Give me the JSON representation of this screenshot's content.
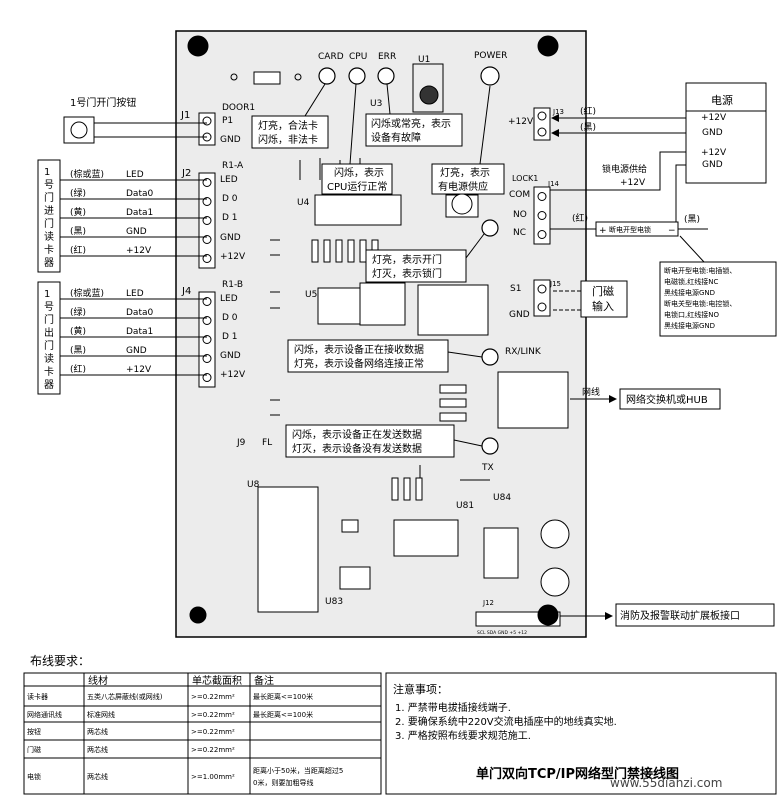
{
  "button": {
    "label": "1号门开门按钮"
  },
  "power": {
    "title": "电源",
    "out1": "+12V",
    "out2": "GND",
    "out3": "+12V",
    "out4": "GND",
    "red": "(红)",
    "black": "(黑)",
    "lock_supply_1": "锁电源供给",
    "lock_supply_2": "+12V"
  },
  "reader_in": {
    "title_chars": [
      "1",
      "号",
      "门",
      "进",
      "门",
      "读",
      "卡",
      "器"
    ],
    "wires": [
      {
        "color": "(棕或蓝)",
        "signal": "LED"
      },
      {
        "color": "(绿)",
        "signal": "Data0"
      },
      {
        "color": "(黄)",
        "signal": "Data1"
      },
      {
        "color": "(黑)",
        "signal": "GND"
      },
      {
        "color": "(红)",
        "signal": "+12V"
      }
    ]
  },
  "reader_out": {
    "title_chars": [
      "1",
      "号",
      "门",
      "出",
      "门",
      "读",
      "卡",
      "器"
    ],
    "wires": [
      {
        "color": "(棕或蓝)",
        "signal": "LED"
      },
      {
        "color": "(绿)",
        "signal": "Data0"
      },
      {
        "color": "(黄)",
        "signal": "Data1"
      },
      {
        "color": "(黑)",
        "signal": "GND"
      },
      {
        "color": "(红)",
        "signal": "+12V"
      }
    ]
  },
  "board": {
    "j1": "J1",
    "door1": "DOOR1",
    "p1": "P1",
    "gnd": "GND",
    "j2": "J2",
    "r1a": "R1-A",
    "j4": "J4",
    "r1b": "R1-B",
    "term_labels": [
      "LED",
      "D 0",
      "D 1",
      "GND",
      "+12V"
    ],
    "j13": "J13",
    "p12v": "+12V",
    "lock1": "LOCK1",
    "j14": "J14",
    "com": "COM",
    "no": "NO",
    "nc": "NC",
    "s1": "S1",
    "j15": "J15",
    "s1_gnd": "GND",
    "u1": "U1",
    "u3": "U3",
    "u4": "U4",
    "u5": "U5",
    "u8": "U8",
    "u81": "U81",
    "u83": "U83",
    "u84": "U84",
    "j9": "J9",
    "fl": "FL",
    "j12": "J12",
    "j12_pins": "SCL SDA GND +5 +12",
    "leds": {
      "card": "CARD",
      "cpu": "CPU",
      "err": "ERR",
      "power": "POWER",
      "rxlink": "RX/LINK",
      "tx": "TX"
    }
  },
  "annotations": {
    "card_1": "灯亮，合法卡",
    "card_2": "闪烁，非法卡",
    "err_1": "闪烁或常亮，表示",
    "err_2": "设备有故障",
    "cpu_1": "闪烁，表示",
    "cpu_2": "CPU运行正常",
    "power_1": "灯亮，表示",
    "power_2": "有电源供应",
    "lock_1": "灯亮，表示开门",
    "lock_2": "灯灭，表示锁门",
    "rx_1": "闪烁，表示设备正在接收数据",
    "rx_2": "灯亮，表示设备网络连接正常",
    "tx_1": "闪烁，表示设备正在发送数据",
    "tx_2": "灯灭，表示设备没有发送数据"
  },
  "lock_device": {
    "label": "断电开型电锁",
    "red": "(红)",
    "black": "(黑)",
    "note_lines": [
      "断电开型电锁:电插锁、",
      "电磁锁,红线接NC",
      "黑线接电源GND",
      "断电关型电锁:电控锁、",
      "电锁口,红线接NO",
      "黑线接电源GND"
    ]
  },
  "door_magnet": {
    "line1": "门磁",
    "line2": "输入"
  },
  "network": {
    "label": "网线",
    "switch": "网络交换机或HUB"
  },
  "fire": {
    "label": "消防及报警联动扩展板接口"
  },
  "wiring": {
    "title": "布线要求：",
    "headers": [
      "线材",
      "单芯截面积",
      "备注"
    ],
    "rows": [
      {
        "name": "读卡器",
        "cable": "五类八芯屏蔽线(或网线)",
        "area": ">=0.22mm²",
        "note": "最长距离<=100米"
      },
      {
        "name": "网络通讯线",
        "cable": "标准网线",
        "area": ">=0.22mm²",
        "note": "最长距离<=100米"
      },
      {
        "name": "按钮",
        "cable": "两芯线",
        "area": ">=0.22mm²",
        "note": ""
      },
      {
        "name": "门磁",
        "cable": "两芯线",
        "area": ">=0.22mm²",
        "note": ""
      },
      {
        "name": "电锁",
        "cable": "两芯线",
        "area": ">=1.00mm²",
        "note": "距离小于50米，当距离超过50米，则要加粗导线"
      }
    ]
  },
  "notes": {
    "title": "注意事项：",
    "items": [
      "1.  严禁带电拔插接线端子.",
      "2.  要确保系统中220V交流电插座中的地线真实地.",
      "3.  严格按照布线要求规范施工."
    ]
  },
  "diagram_title": "单门双向TCP/IP网络型门禁接线图",
  "watermark": "www.55dianzi.com"
}
